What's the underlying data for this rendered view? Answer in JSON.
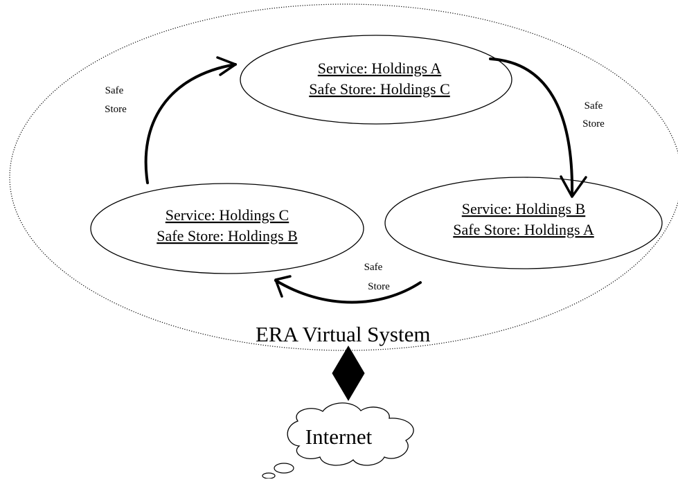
{
  "system_label": "ERA Virtual System",
  "nodes": [
    {
      "service": "Service: Holdings A",
      "safe_store": "Safe Store: Holdings C"
    },
    {
      "service": "Service: Holdings B",
      "safe_store": "Safe Store: Holdings A"
    },
    {
      "service": "Service: Holdings C",
      "safe_store": "Safe Store: Holdings B"
    }
  ],
  "arrows": [
    {
      "line1": "Safe",
      "line2": "Store"
    },
    {
      "line1": "Safe",
      "line2": "Store"
    },
    {
      "line1": "Safe",
      "line2": "Store"
    }
  ],
  "internet_label": "Internet"
}
